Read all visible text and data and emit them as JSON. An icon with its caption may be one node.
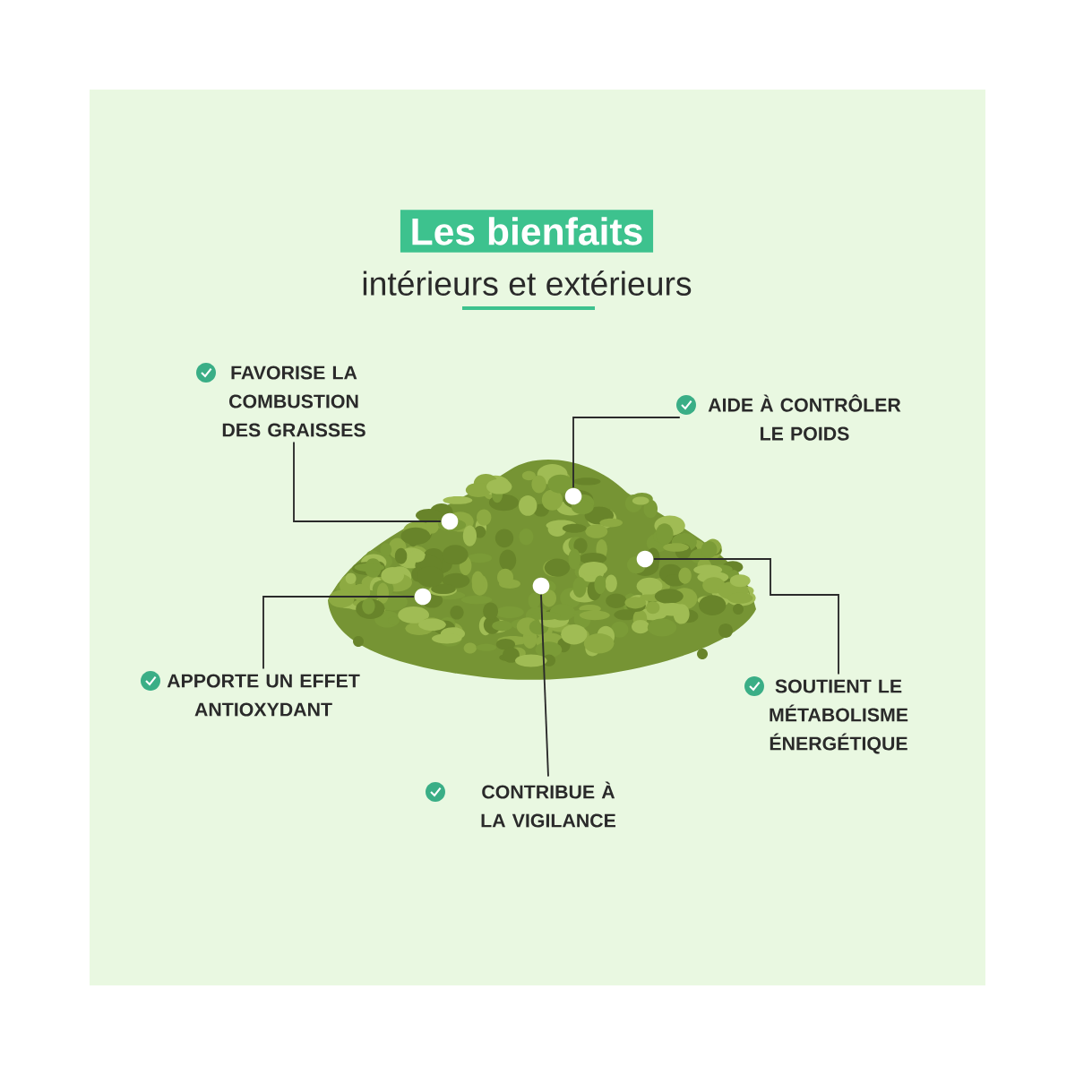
{
  "diagram": {
    "title": "Les bienfaits",
    "nodes": [
      {
        "text": [
          "FAVORISE LA COMBUSTION DES GRAISSES"
        ]
      },
      {
        "text": [
          "AIDE À CONTRÔLER LE POIDS"
        ]
      },
      {
        "text": [
          "APPORTE UN EFFET ANTIOXYDANT"
        ]
      },
      {
        "text": [
          "SOUTIENT LE MÉTABOLISME ÉNERGÉTIQUE"
        ]
      },
      {
        "text": [
          "CONTRIBUE À LA VIGILANCE"
        ]
      },
      {
        "text": [],
        "shape": "circle"
      },
      {
        "text": [],
        "shape": "circle"
      },
      {
        "text": [],
        "shape": "circle"
      },
      {
        "text": [],
        "shape": "circle"
      },
      {
        "text": [],
        "shape": "circle"
      }
    ],
    "edges": [
      {
        "from": 0,
        "to": 6,
        "arrow": "none"
      },
      {
        "from": 1,
        "to": 8,
        "arrow": "none"
      },
      {
        "from": 2,
        "to": 5,
        "arrow": "none"
      },
      {
        "from": 3,
        "to": 9,
        "arrow": "none"
      },
      {
        "from": 4,
        "to": 7,
        "arrow": "none"
      }
    ],
    "labels": [
      "intérieurs et extérieurs"
    ]
  }
}
